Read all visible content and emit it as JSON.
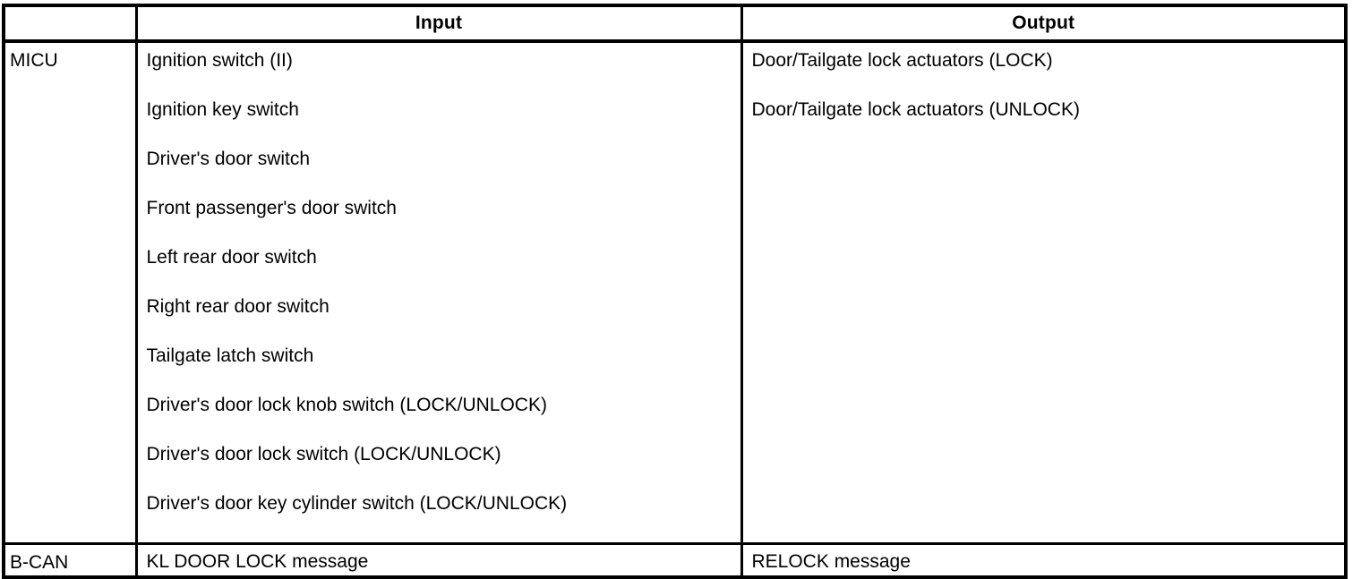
{
  "table": {
    "headers": {
      "system": "",
      "input": "Input",
      "output": "Output"
    },
    "rows": [
      {
        "system": "MICU",
        "inputs": [
          "Ignition switch (II)",
          "Ignition key switch",
          "Driver's door switch",
          "Front passenger's door switch",
          "Left rear door switch",
          "Right rear door switch",
          "Tailgate latch switch",
          "Driver's door lock knob switch (LOCK/UNLOCK)",
          "Driver's door lock switch (LOCK/UNLOCK)",
          "Driver's door key cylinder switch (LOCK/UNLOCK)"
        ],
        "outputs": [
          "Door/Tailgate lock actuators (LOCK)",
          "Door/Tailgate lock actuators (UNLOCK)"
        ]
      },
      {
        "system": "B-CAN",
        "inputs": [
          "KL DOOR LOCK message"
        ],
        "outputs": [
          "RELOCK message"
        ]
      }
    ]
  },
  "colors": {
    "border": "#000000",
    "background": "#ffffff",
    "text": "#000000"
  }
}
